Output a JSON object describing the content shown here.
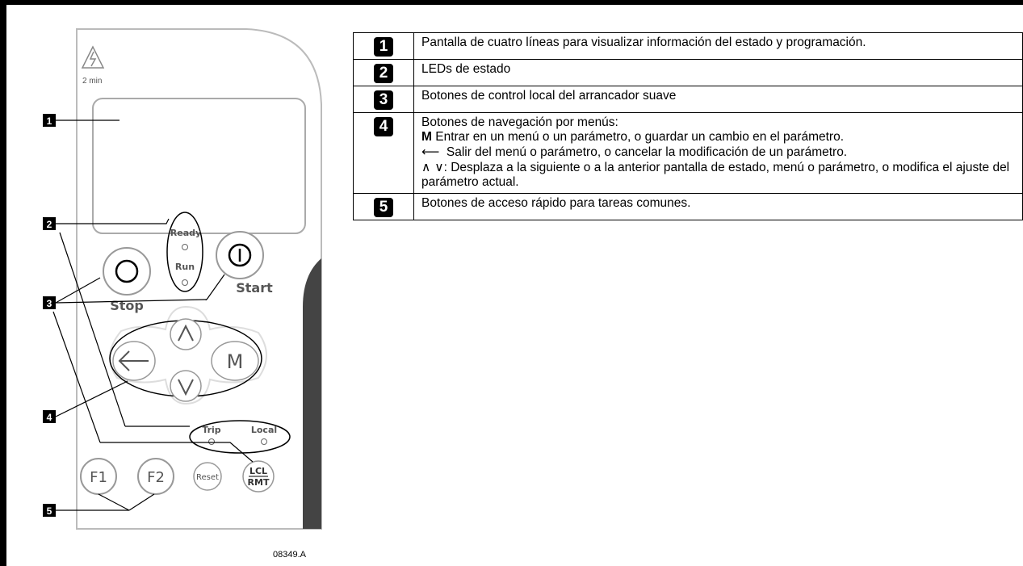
{
  "figure": {
    "warning_text": "2 min",
    "buttons": {
      "stop": "Stop",
      "start": "Start",
      "m": "M",
      "f1": "F1",
      "f2": "F2",
      "reset": "Reset",
      "lcl": "LCL",
      "rmt": "RMT"
    },
    "leds": {
      "ready": "Ready",
      "run": "Run",
      "trip": "Trip",
      "local": "Local"
    },
    "callouts": [
      "1",
      "2",
      "3",
      "4",
      "5"
    ],
    "caption": "08349.A"
  },
  "table": {
    "rows": [
      {
        "num": "1",
        "text": "Pantalla de cuatro líneas para visualizar información del estado y programación."
      },
      {
        "num": "2",
        "text": "LEDs de estado"
      },
      {
        "num": "3",
        "text": "Botones de control local del arrancador suave"
      },
      {
        "num": "4",
        "title": "Botones de navegación por menús:",
        "m_key": "M",
        "m_text": "Entrar en un menú o un parámetro, o guardar un cambio en el parámetro.",
        "back_glyph": "⟵",
        "back_text": "Salir del menú o parámetro, o cancelar la modificación de un parámetro.",
        "updown_glyph": "∧ ∨",
        "updown_text": ": Desplaza a la siguiente o a la anterior pantalla de estado, menú o parámetro, o modifica el ajuste del parámetro actual."
      },
      {
        "num": "5",
        "text": "Botones de acceso rápido para tareas comunes."
      }
    ]
  }
}
